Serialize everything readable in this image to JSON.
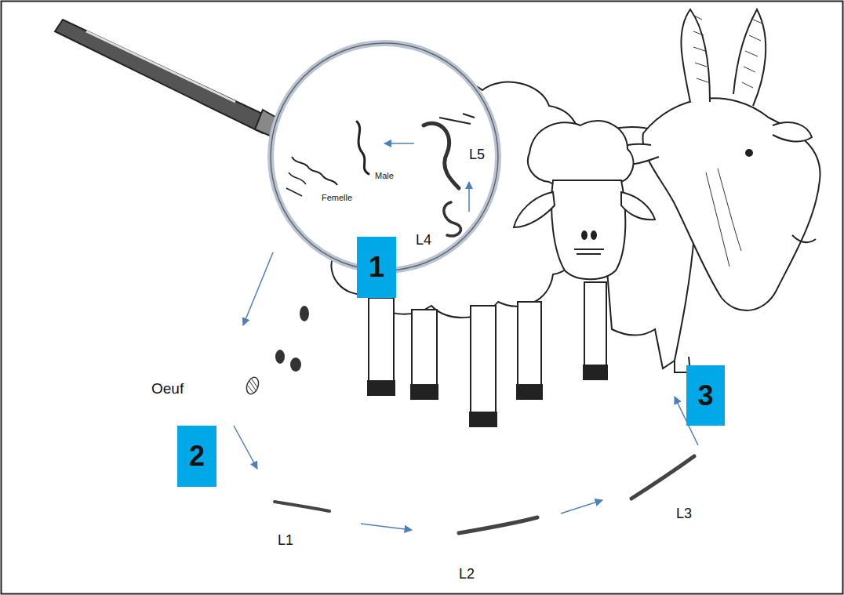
{
  "diagram": {
    "labels": [
      "Male",
      "Femelle",
      "L5",
      "L4",
      "Oeuf",
      "L1",
      "L2",
      "L3",
      "1",
      "2",
      "3"
    ]
  }
}
